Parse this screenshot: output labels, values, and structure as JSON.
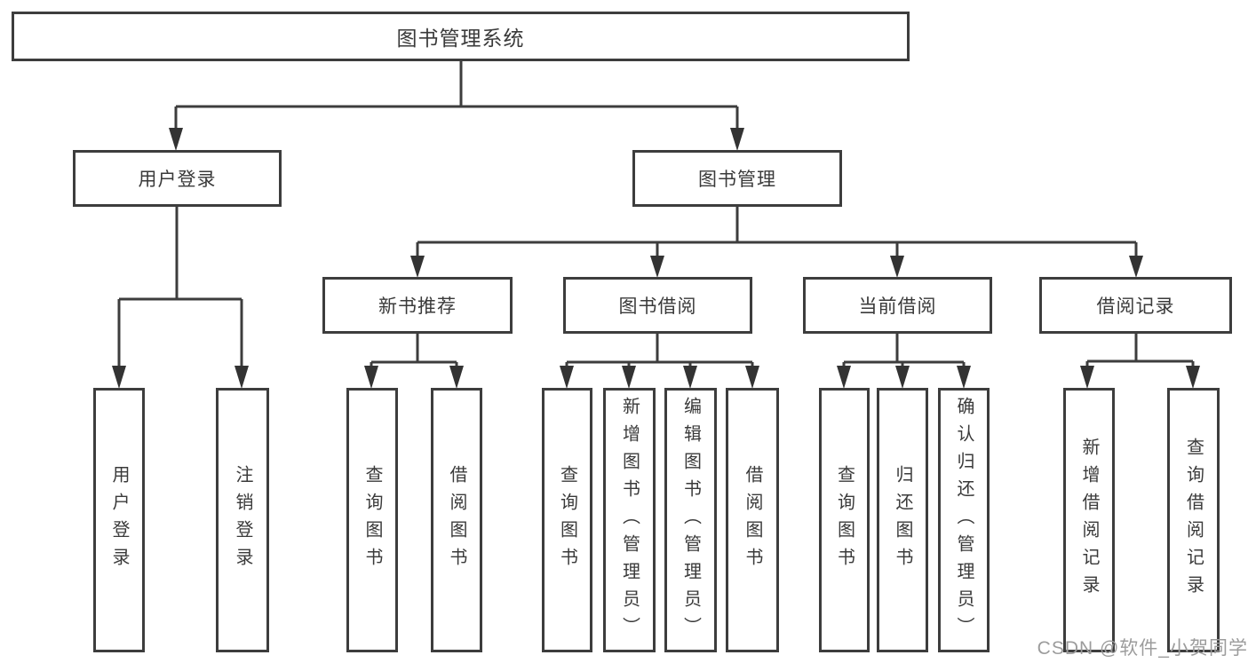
{
  "diagram": {
    "type": "tree",
    "title": "图书管理系统",
    "nodes": {
      "root": {
        "label": "图书管理系统"
      },
      "user_login": {
        "label": "用户登录"
      },
      "book_mgmt": {
        "label": "图书管理"
      },
      "new_book_rec": {
        "label": "新书推荐"
      },
      "book_borrow": {
        "label": "图书借阅"
      },
      "current_borrow": {
        "label": "当前借阅"
      },
      "borrow_records": {
        "label": "借阅记录"
      },
      "leaf_user_login": {
        "label": "用户登录"
      },
      "leaf_logout": {
        "label": "注销登录"
      },
      "leaf_query_book_1": {
        "label": "查询图书"
      },
      "leaf_borrow_book_1": {
        "label": "借阅图书"
      },
      "leaf_query_book_2": {
        "label": "查询图书"
      },
      "leaf_add_book": {
        "label": "新增图书（管理员）"
      },
      "leaf_edit_book": {
        "label": "编辑图书（管理员）"
      },
      "leaf_borrow_book_2": {
        "label": "借阅图书"
      },
      "leaf_query_book_3": {
        "label": "查询图书"
      },
      "leaf_return_book": {
        "label": "归还图书"
      },
      "leaf_confirm_return": {
        "label": "确认归还（管理员）"
      },
      "leaf_add_record": {
        "label": "新增借阅记录"
      },
      "leaf_query_record": {
        "label": "查询借阅记录"
      }
    },
    "edges": [
      [
        "图书管理系统",
        "用户登录"
      ],
      [
        "图书管理系统",
        "图书管理"
      ],
      [
        "用户登录",
        "用户登录"
      ],
      [
        "用户登录",
        "注销登录"
      ],
      [
        "图书管理",
        "新书推荐"
      ],
      [
        "图书管理",
        "图书借阅"
      ],
      [
        "图书管理",
        "当前借阅"
      ],
      [
        "图书管理",
        "借阅记录"
      ],
      [
        "新书推荐",
        "查询图书"
      ],
      [
        "新书推荐",
        "借阅图书"
      ],
      [
        "图书借阅",
        "查询图书"
      ],
      [
        "图书借阅",
        "新增图书（管理员）"
      ],
      [
        "图书借阅",
        "编辑图书（管理员）"
      ],
      [
        "图书借阅",
        "借阅图书"
      ],
      [
        "当前借阅",
        "查询图书"
      ],
      [
        "当前借阅",
        "归还图书"
      ],
      [
        "当前借阅",
        "确认归还（管理员）"
      ],
      [
        "借阅记录",
        "新增借阅记录"
      ],
      [
        "借阅记录",
        "查询借阅记录"
      ]
    ],
    "colors": {
      "line": "#3d3d3d",
      "arrow": "#333333",
      "text": "#3a3a3a",
      "box_background": "#ffffff",
      "page_background": "#ffffff",
      "watermark": "#9c9c9c"
    }
  },
  "watermark": {
    "text": "CSDN @软件_小贺同学"
  }
}
